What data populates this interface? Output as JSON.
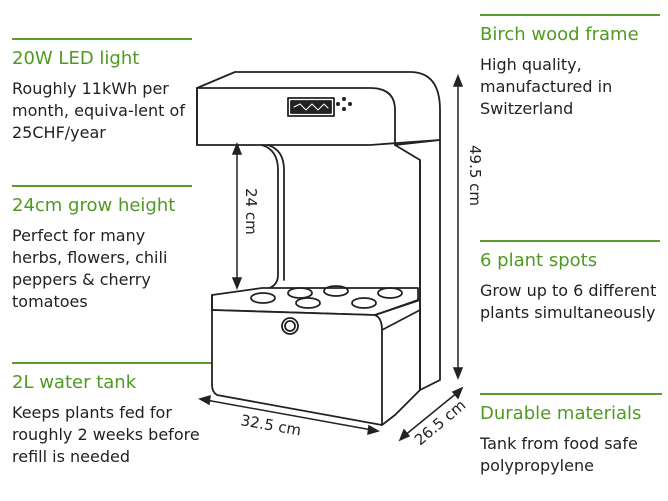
{
  "features": {
    "led": {
      "title": "20W LED light",
      "desc": "Roughly 11kWh per month, equiva-lent of 25CHF/year"
    },
    "grow": {
      "title": "24cm grow height",
      "desc": "Perfect for many herbs, flowers, chili peppers & cherry tomatoes"
    },
    "tank": {
      "title": "2L water tank",
      "desc": "Keeps plants fed for roughly 2 weeks before refill is needed"
    },
    "birch": {
      "title": "Birch wood frame",
      "desc": "High quality, manufactured in Switzerland"
    },
    "spots": {
      "title": "6 plant spots",
      "desc": "Grow up to 6 different plants simultaneously"
    },
    "durable": {
      "title": "Durable materials",
      "desc": "Tank from food safe polypropylene"
    }
  },
  "dimensions": {
    "height": "49.5 cm",
    "grow_height": "24 cm",
    "width": "32.5 cm",
    "depth": "26.5 cm"
  },
  "colors": {
    "accent": "#4f9a22",
    "rule": "#5a9a2e",
    "line": "#222222"
  }
}
